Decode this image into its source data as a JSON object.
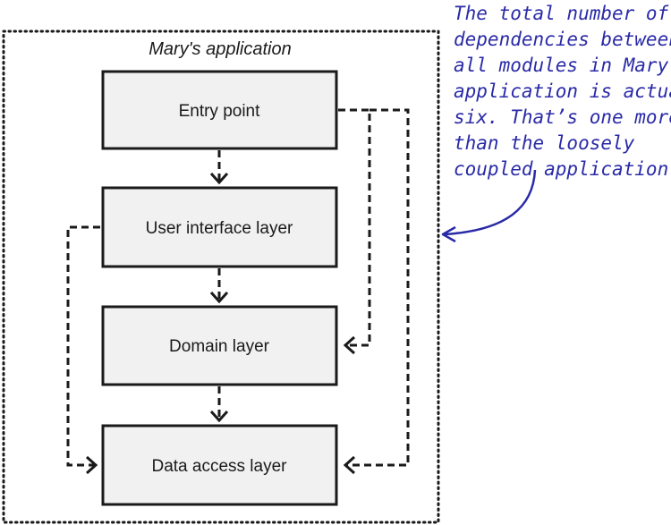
{
  "frame": {
    "title": "Mary's application"
  },
  "layers": {
    "entry": "Entry point",
    "ui": "User interface layer",
    "domain": "Domain layer",
    "data": "Data access layer"
  },
  "annotation": {
    "lines": [
      "The total number of",
      "dependencies between",
      "all modules in Mary’s",
      "application is actually",
      "six. That’s one more",
      "than the loosely",
      "coupled application."
    ]
  },
  "colors": {
    "ink": "#1a1a1a",
    "box_fill": "#f1f1f1",
    "note_ink": "#2a2aa8"
  }
}
